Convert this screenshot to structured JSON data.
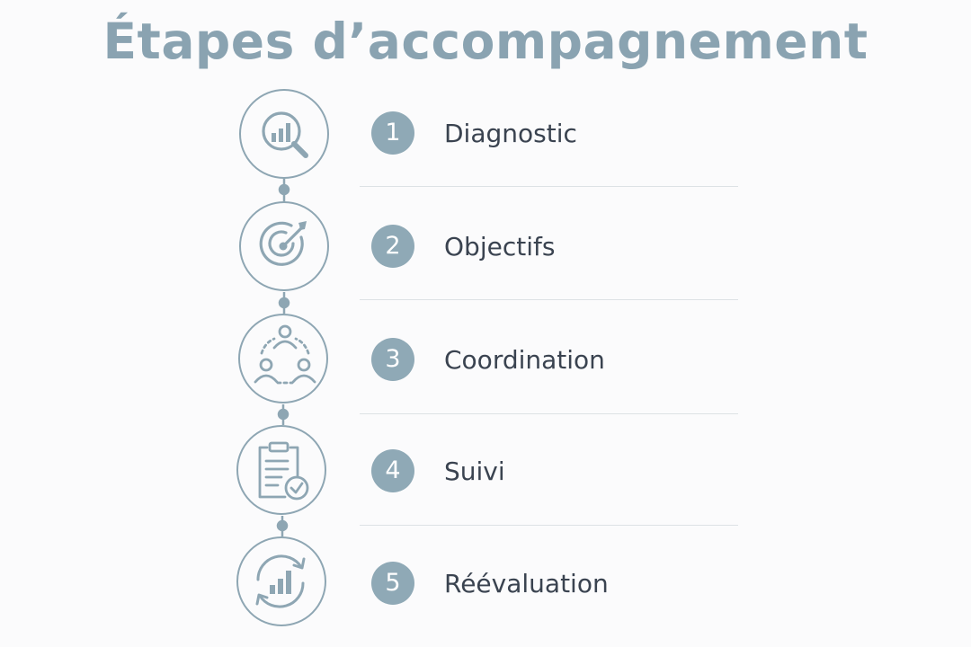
{
  "title": "Étapes d’accompagnement",
  "colors": {
    "accent": "#8aa3b1",
    "badge": "#8fa9b6",
    "text": "#3a4350",
    "divider": "#dde2e5",
    "background": "#fbfbfc"
  },
  "steps": [
    {
      "number": "1",
      "label": "Diagnostic",
      "icon": "magnifier-chart-icon"
    },
    {
      "number": "2",
      "label": "Objectifs",
      "icon": "target-arrow-icon"
    },
    {
      "number": "3",
      "label": "Coordination",
      "icon": "team-network-icon"
    },
    {
      "number": "4",
      "label": "Suivi",
      "icon": "clipboard-check-icon"
    },
    {
      "number": "5",
      "label": "Réévaluation",
      "icon": "refresh-chart-icon"
    }
  ]
}
